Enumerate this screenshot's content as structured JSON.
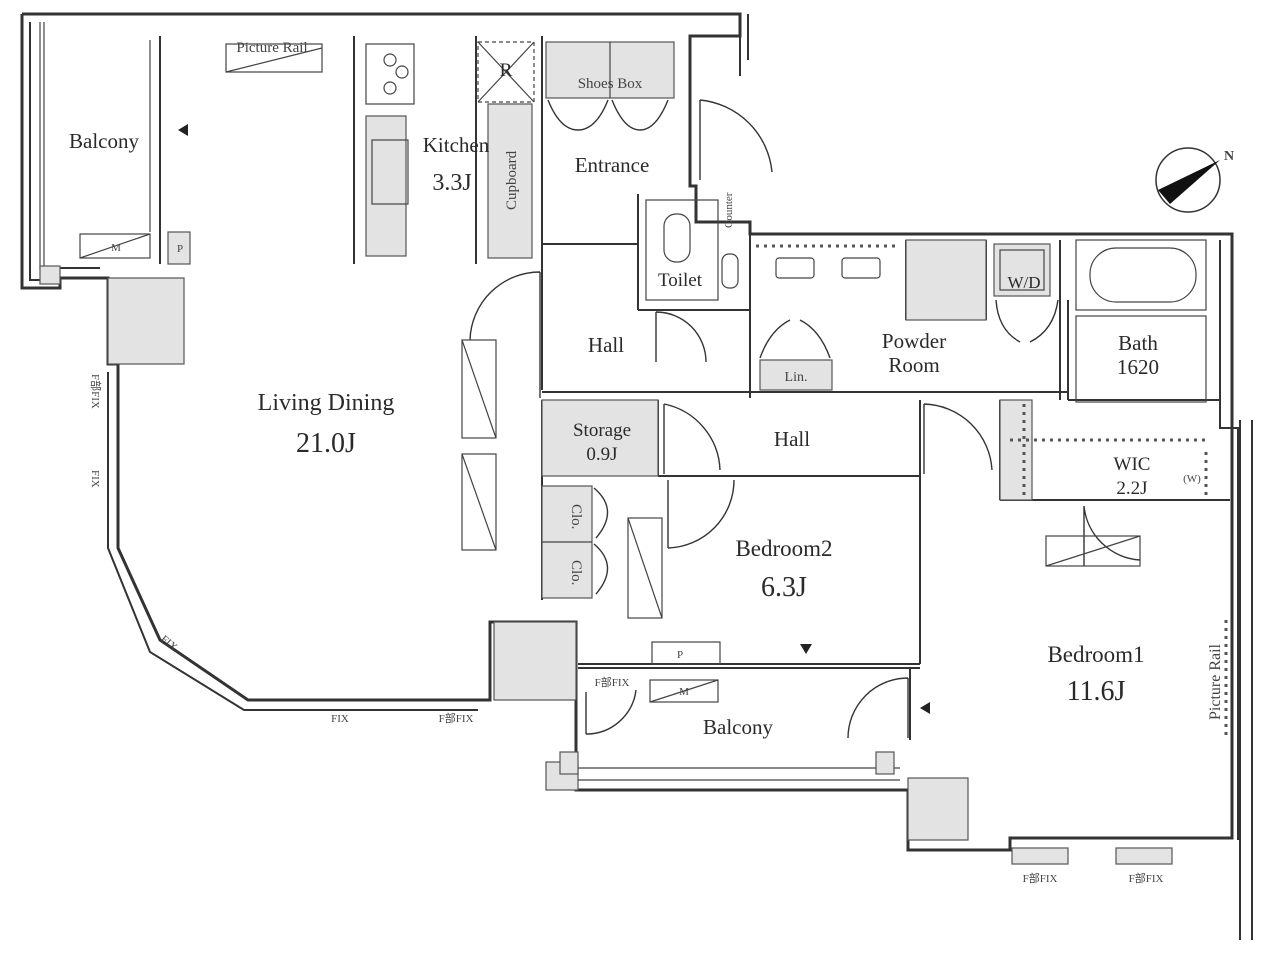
{
  "plan": {
    "rooms": {
      "balcony_nw": "Balcony",
      "picture_rail_top": "Picture Rail",
      "kitchen": "Kitchen",
      "kitchen_area": "3.3J",
      "refrigerator": "R",
      "shoes_box": "Shoes Box",
      "cupboard": "Cupboard",
      "entrance": "Entrance",
      "counter": "Counter",
      "toilet": "Toilet",
      "wd": "W/D",
      "hall_upper": "Hall",
      "powder_room_1": "Powder",
      "powder_room_2": "Room",
      "linen": "Lin.",
      "bath": "Bath",
      "bath_size": "1620",
      "living_dining": "Living Dining",
      "living_dining_area": "21.0J",
      "storage": "Storage",
      "storage_area": "0.9J",
      "hall_lower": "Hall",
      "wic": "WIC",
      "wic_area": "2.2J",
      "wic_w": "(W)",
      "closet_1": "Clo.",
      "closet_2": "Clo.",
      "bedroom2": "Bedroom2",
      "bedroom2_area": "6.3J",
      "bedroom1": "Bedroom1",
      "bedroom1_area": "11.6J",
      "picture_rail_right": "Picture Rail",
      "balcony_s": "Balcony",
      "p_mark_1": "P",
      "p_mark_2": "P",
      "m_mark_1": "M",
      "m_mark_2": "M"
    },
    "fix_labels": {
      "fix_left_1": "F部FIX",
      "fix_left_2": "FIX",
      "fix_diag": "FIX",
      "fix_bottom": "FIX",
      "fix_bottom_2": "F部FIX",
      "fix_balcony": "F部FIX",
      "fix_bed1_a": "F部FIX",
      "fix_bed1_b": "F部FIX"
    },
    "compass": {
      "north_label": "N"
    }
  }
}
